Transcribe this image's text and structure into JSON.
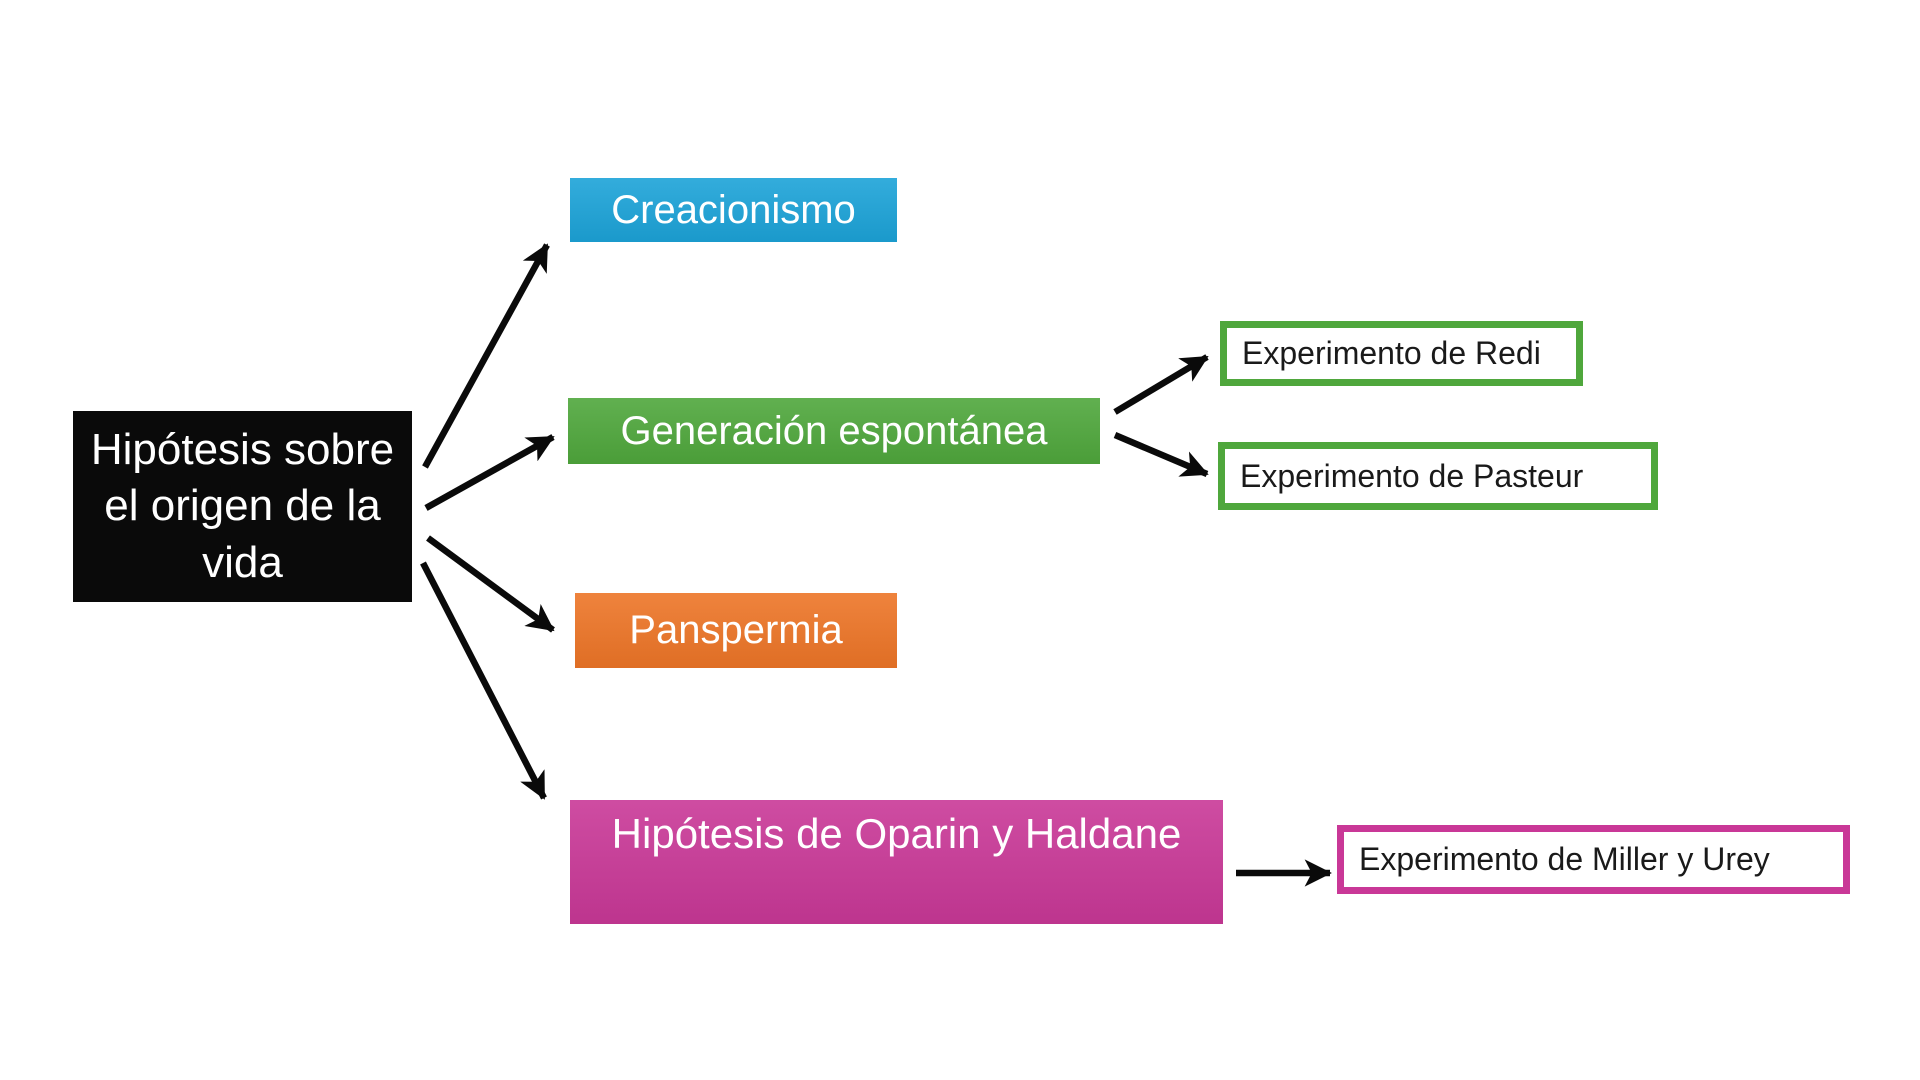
{
  "diagram": {
    "title": "Hipótesis sobre el origen de la vida",
    "root": {
      "id": "root",
      "label": "Hipótesis sobre el origen de la vida"
    },
    "branches": [
      {
        "id": "creacionismo",
        "label": "Creacionismo",
        "color": "#1CA3D8"
      },
      {
        "id": "generacion",
        "label": "Generación espontánea",
        "color": "#4FA73C"
      },
      {
        "id": "panspermia",
        "label": "Panspermia",
        "color": "#ED7527"
      },
      {
        "id": "oparin",
        "label": "Hipótesis de Oparin y Haldane",
        "color": "#C93897"
      }
    ],
    "experiments": [
      {
        "id": "redi",
        "parent": "generacion",
        "label": "Experimento de Redi",
        "border_color": "#4FA73C"
      },
      {
        "id": "pasteur",
        "parent": "generacion",
        "label": "Experimento de Pasteur",
        "border_color": "#4FA73C"
      },
      {
        "id": "miller",
        "parent": "oparin",
        "label": "Experimento de Miller y Urey",
        "border_color": "#C93897"
      }
    ],
    "connections": [
      {
        "from": "root",
        "to": "creacionismo"
      },
      {
        "from": "root",
        "to": "generacion"
      },
      {
        "from": "root",
        "to": "panspermia"
      },
      {
        "from": "root",
        "to": "oparin"
      },
      {
        "from": "generacion",
        "to": "redi"
      },
      {
        "from": "generacion",
        "to": "pasteur"
      },
      {
        "from": "oparin",
        "to": "miller"
      }
    ]
  },
  "colors": {
    "arrow": "#0a0a0a",
    "root-bg": "#0a0a0a",
    "blue": "#1CA3D8",
    "green": "#4FA73C",
    "orange": "#ED7527",
    "magenta": "#C93897"
  }
}
